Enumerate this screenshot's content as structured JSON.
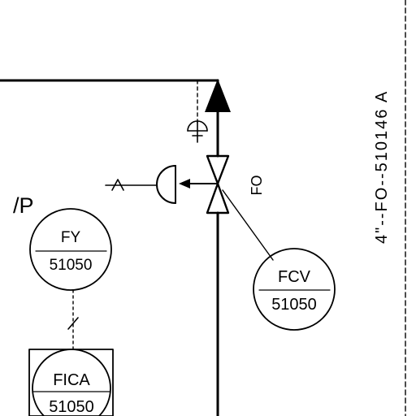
{
  "line_spec": "4\"--FO--510146 A",
  "signal_label": "/P",
  "fail_position": "FO",
  "instruments": {
    "fy": {
      "tag": "FY",
      "number": "51050"
    },
    "fcv": {
      "tag": "FCV",
      "number": "51050"
    },
    "fica": {
      "tag": "FICA",
      "number": "51050"
    }
  }
}
